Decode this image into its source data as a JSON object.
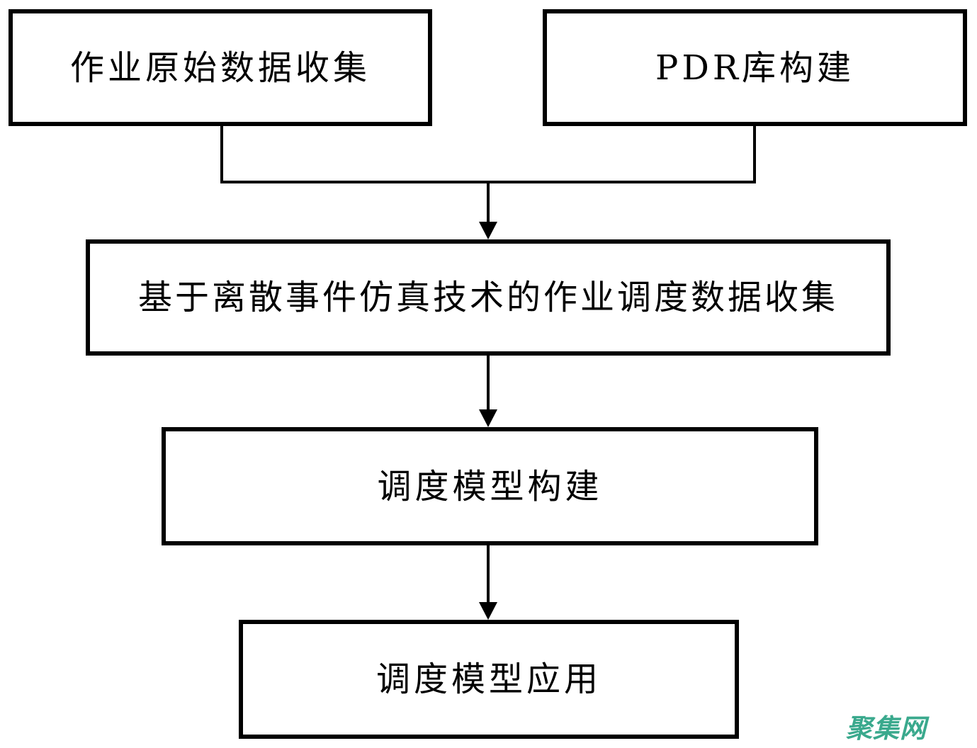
{
  "diagram": {
    "type": "flowchart",
    "background_color": "#ffffff",
    "line_color": "#000000",
    "nodes": [
      {
        "id": "raw-data-collection",
        "label": "作业原始数据收集"
      },
      {
        "id": "pdr-library-build",
        "label": "PDR库构建"
      },
      {
        "id": "sim-scheduling-data",
        "label": "基于离散事件仿真技术的作业调度数据收集"
      },
      {
        "id": "scheduling-model-build",
        "label": "调度模型构建"
      },
      {
        "id": "scheduling-model-apply",
        "label": "调度模型应用"
      }
    ],
    "edges": [
      {
        "from": "raw-data-collection",
        "to": "sim-scheduling-data"
      },
      {
        "from": "pdr-library-build",
        "to": "sim-scheduling-data"
      },
      {
        "from": "sim-scheduling-data",
        "to": "scheduling-model-build"
      },
      {
        "from": "scheduling-model-build",
        "to": "scheduling-model-apply"
      }
    ]
  },
  "watermark": {
    "text": "聚集网",
    "color": "#3aa98d"
  }
}
